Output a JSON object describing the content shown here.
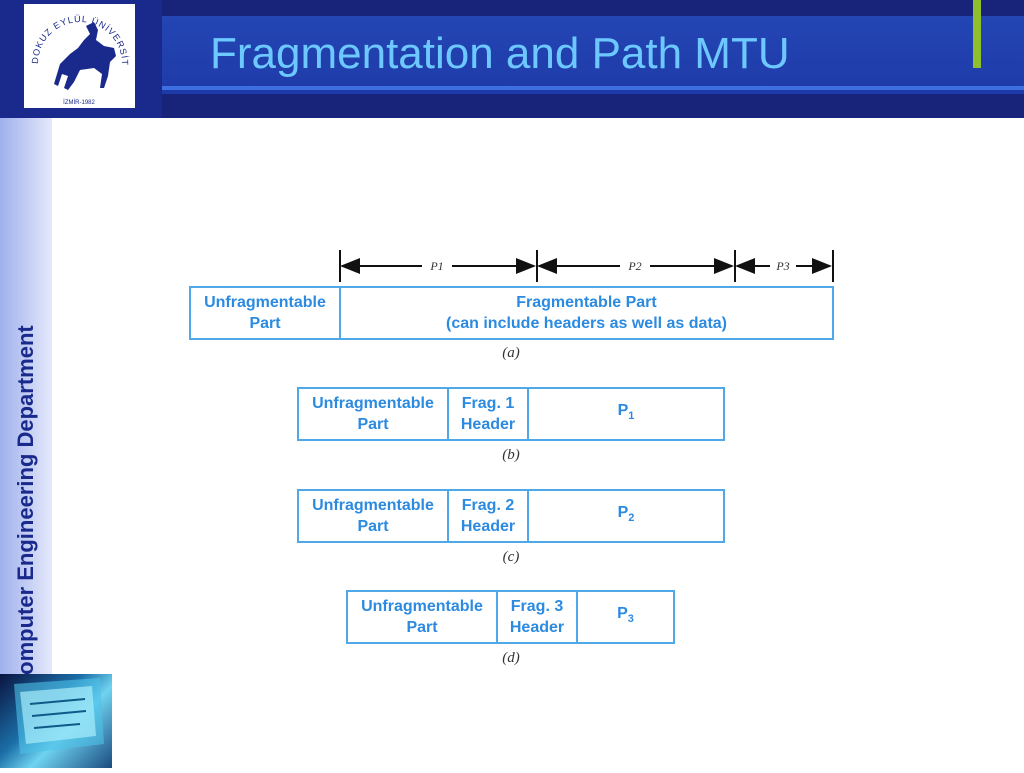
{
  "slide": {
    "title": "Fragmentation and Path MTU",
    "sidebar_label": "Computer Engineering Department"
  },
  "logo": {
    "ring_text": "DOKUZ EYLÜL ÜNİVERSİTESİ",
    "date_text": "İZMİR-1982"
  },
  "diagram": {
    "dimension_labels": [
      "P1",
      "P2",
      "P3"
    ],
    "a": {
      "unfrag_line1": "Unfragmentable",
      "unfrag_line2": "Part",
      "frag_line1": "Fragmentable Part",
      "frag_line2": "(can include headers as well as data)",
      "caption": "(a)"
    },
    "b": {
      "unfrag_line1": "Unfragmentable",
      "unfrag_line2": "Part",
      "hdr_line1": "Frag. 1",
      "hdr_line2": "Header",
      "payload": "P",
      "payload_sub": "1",
      "caption": "(b)"
    },
    "c": {
      "unfrag_line1": "Unfragmentable",
      "unfrag_line2": "Part",
      "hdr_line1": "Frag. 2",
      "hdr_line2": "Header",
      "payload": "P",
      "payload_sub": "2",
      "caption": "(c)"
    },
    "d": {
      "unfrag_line1": "Unfragmentable",
      "unfrag_line2": "Part",
      "hdr_line1": "Frag. 3",
      "hdr_line2": "Header",
      "payload": "P",
      "payload_sub": "3",
      "caption": "(d)"
    }
  }
}
